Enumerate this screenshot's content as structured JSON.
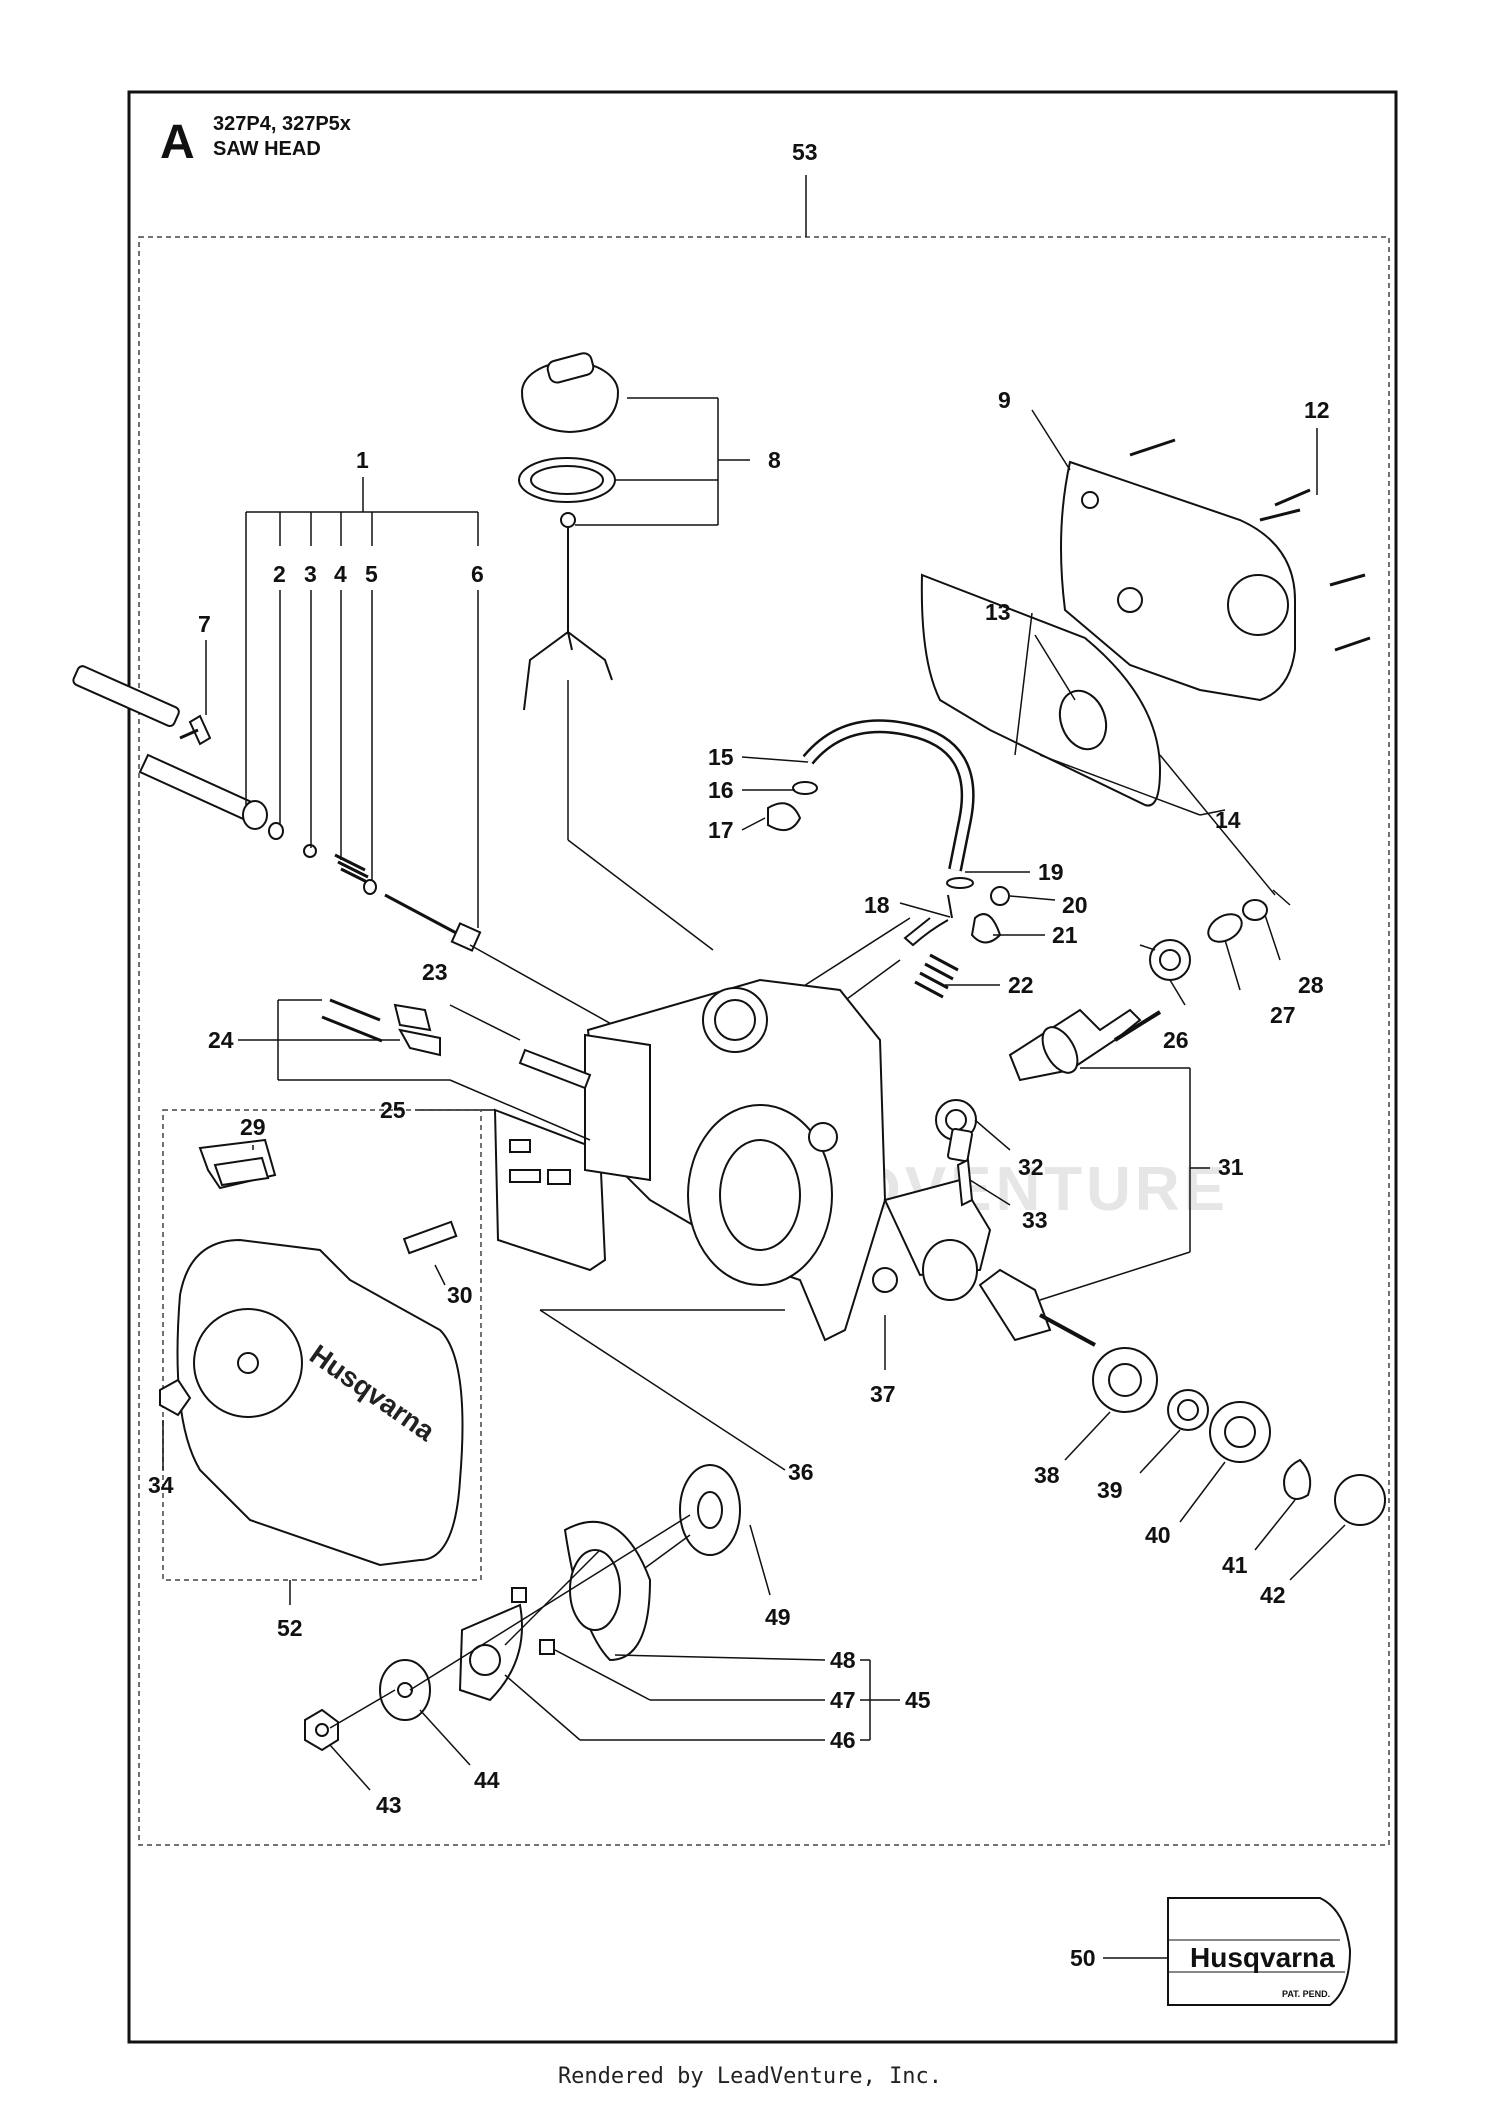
{
  "header": {
    "section_letter": "A",
    "models": "327P4, 327P5x",
    "title": "SAW HEAD"
  },
  "callouts": {
    "c1": "1",
    "c2": "2",
    "c3": "3",
    "c4": "4",
    "c5": "5",
    "c6": "6",
    "c7": "7",
    "c8": "8",
    "c9": "9",
    "c12": "12",
    "c13": "13",
    "c14": "14",
    "c15": "15",
    "c16": "16",
    "c17": "17",
    "c18": "18",
    "c19": "19",
    "c20": "20",
    "c21": "21",
    "c22": "22",
    "c23": "23",
    "c24": "24",
    "c25": "25",
    "c26": "26",
    "c27": "27",
    "c28": "28",
    "c29": "29",
    "c30": "30",
    "c31": "31",
    "c32": "32",
    "c33": "33",
    "c34": "34",
    "c36": "36",
    "c37": "37",
    "c38": "38",
    "c39": "39",
    "c40": "40",
    "c41": "41",
    "c42": "42",
    "c43": "43",
    "c44": "44",
    "c45": "45",
    "c46": "46",
    "c47": "47",
    "c48": "48",
    "c49": "49",
    "c50": "50",
    "c52": "52",
    "c53": "53"
  },
  "decal": {
    "brand": "Husqvarna",
    "note": "PAT. PEND."
  },
  "cover_brand": "Husqvarna",
  "watermark": "LEADVENTURE",
  "footer": "Rendered by LeadVenture, Inc."
}
